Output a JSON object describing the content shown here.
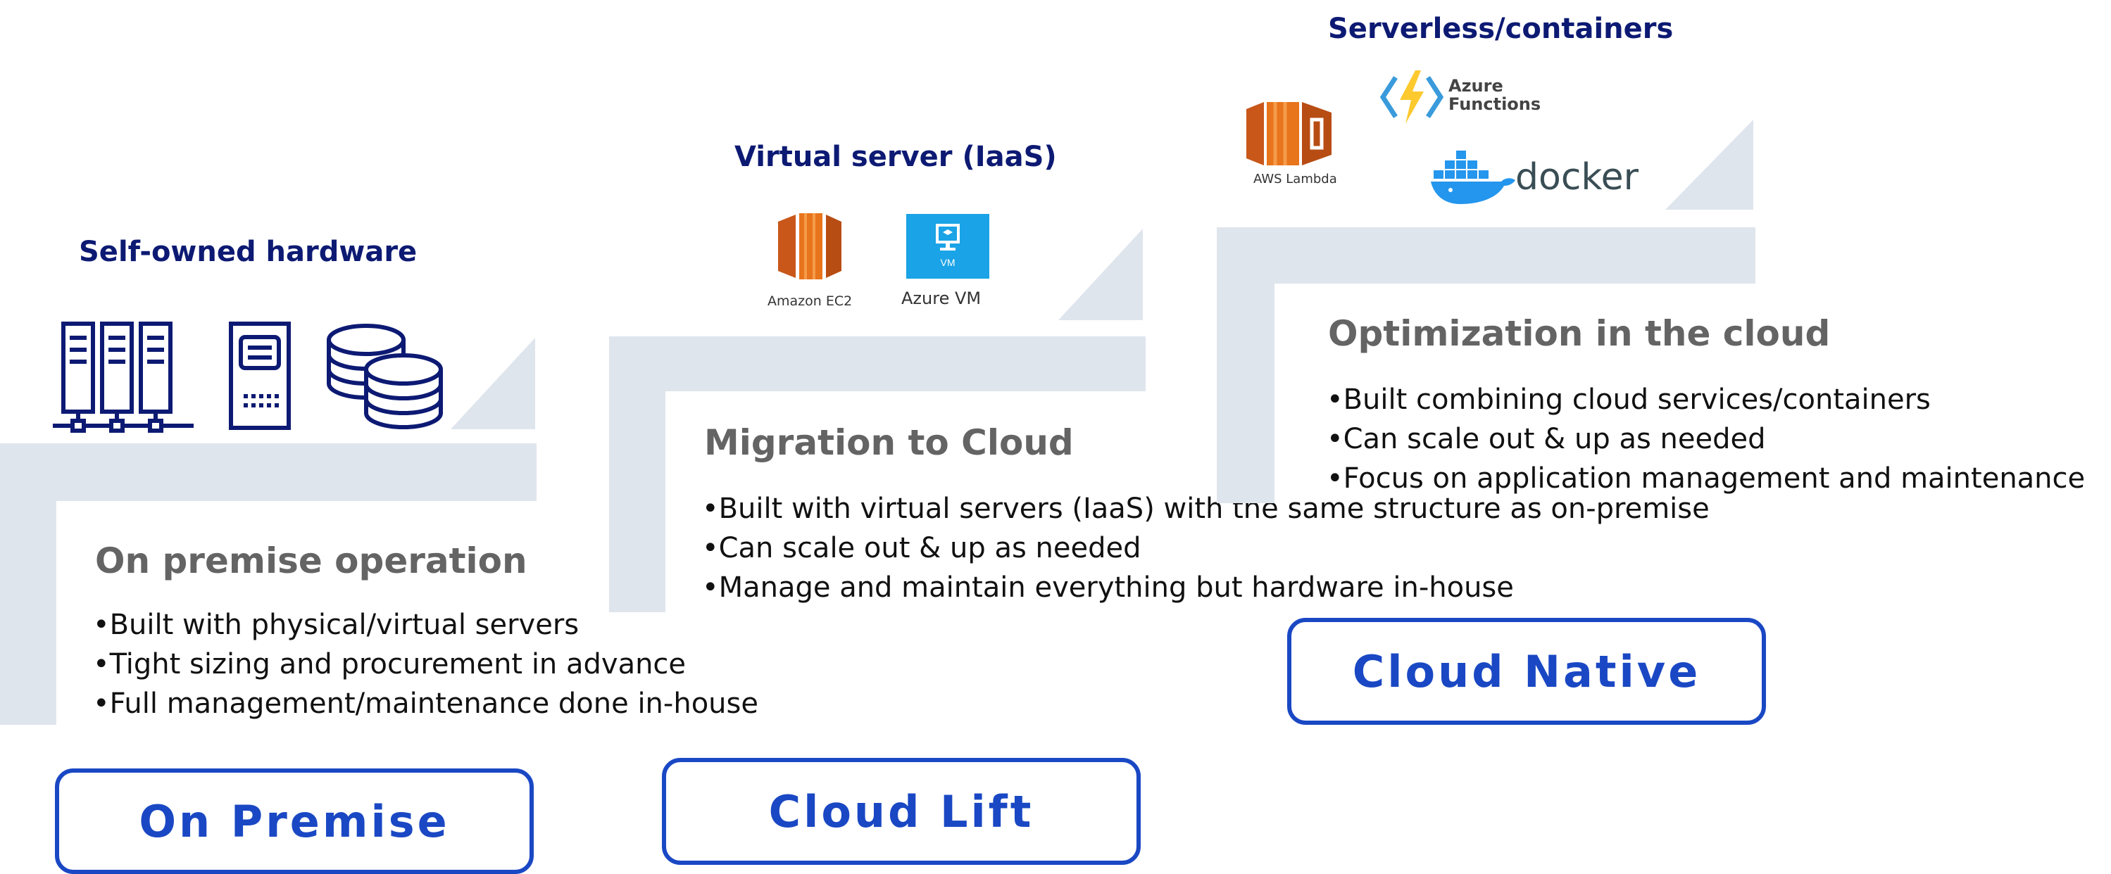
{
  "stages": [
    {
      "heading": "Self-owned hardware",
      "title": "On premise operation",
      "bullets": [
        "•Built with physical/virtual servers",
        "•Tight sizing and procurement in advance",
        "•Full management/maintenance done in-house"
      ],
      "button": "On Premise"
    },
    {
      "heading": "Virtual server (IaaS)",
      "title": "Migration to Cloud",
      "bullets": [
        "•Built with virtual servers (IaaS) with the same structure as on-premise",
        "•Can scale out & up as needed",
        "•Manage and maintain everything but hardware in-house"
      ],
      "button": "Cloud Lift",
      "logos": {
        "ec2": "Amazon EC2",
        "azure_vm": "Azure VM",
        "vm_badge": "VM"
      }
    },
    {
      "heading": "Serverless/containers",
      "title": "Optimization in the cloud",
      "bullets": [
        "•Built combining cloud services/containers",
        "•Can scale out & up as needed",
        "•Focus on application management and maintenance"
      ],
      "button": "Cloud Native",
      "logos": {
        "lambda": "AWS Lambda",
        "functions_1": "Azure",
        "functions_2": "Functions",
        "docker": "docker"
      }
    }
  ],
  "icons": [
    "server-rack-icon",
    "server-tower-icon",
    "database-icon",
    "amazon-ec2-icon",
    "azure-vm-icon",
    "aws-lambda-icon",
    "azure-functions-icon",
    "docker-whale-icon"
  ],
  "colors": {
    "heading": "#0d1a73",
    "button": "#1a48c4",
    "step": "#dfe5ed",
    "title": "#646464"
  }
}
